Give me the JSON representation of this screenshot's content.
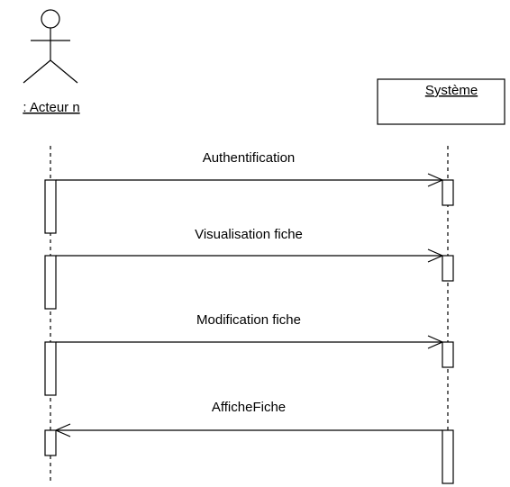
{
  "diagram": {
    "type": "sequence",
    "actor": {
      "label": ": Acteur n"
    },
    "system": {
      "label": "Système"
    },
    "messages": [
      {
        "label": "Authentification",
        "from": "actor",
        "to": "system"
      },
      {
        "label": "Visualisation fiche",
        "from": "actor",
        "to": "system"
      },
      {
        "label": "Modification fiche",
        "from": "actor",
        "to": "system"
      },
      {
        "label": "AfficheFiche",
        "from": "system",
        "to": "actor"
      }
    ]
  }
}
